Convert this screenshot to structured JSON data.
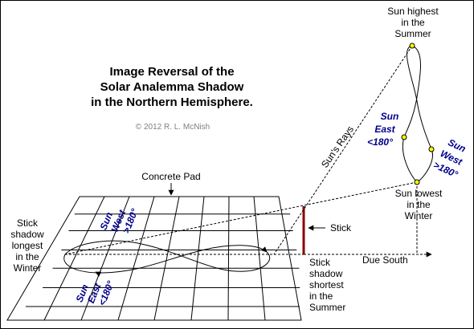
{
  "title_lines": [
    "Image Reversal of the",
    "Solar Analemma Shadow",
    "in the Northern Hemisphere."
  ],
  "copyright": "© 2012 R. L. McNish",
  "labels": {
    "concrete_pad": "Concrete Pad",
    "stick": "Stick",
    "suns_rays": "Sun's Rays",
    "due_south": "Due South",
    "sun_highest": [
      "Sun highest",
      "in the",
      "Summer"
    ],
    "sun_lowest": [
      "Sun lowest",
      "in the",
      "Winter"
    ],
    "shadow_longest": [
      "Stick",
      "shadow",
      "longest",
      "in the",
      "Winter"
    ],
    "shadow_shortest": [
      "Stick",
      "shadow",
      "shortest",
      "in the",
      "Summer"
    ]
  },
  "sky_labels": {
    "east": [
      "Sun",
      "East",
      "<180°"
    ],
    "west": [
      "Sun",
      "West",
      ">180°"
    ]
  },
  "pad_labels": {
    "west": [
      "Sun",
      "West",
      ">180°"
    ],
    "east": [
      "Sun",
      "East",
      "<180°"
    ]
  },
  "colors": {
    "line": "#000000",
    "blue_text": "#00008b",
    "stick": "#8b0000",
    "sun_dot": "#ffff00",
    "copyright": "#808080"
  }
}
